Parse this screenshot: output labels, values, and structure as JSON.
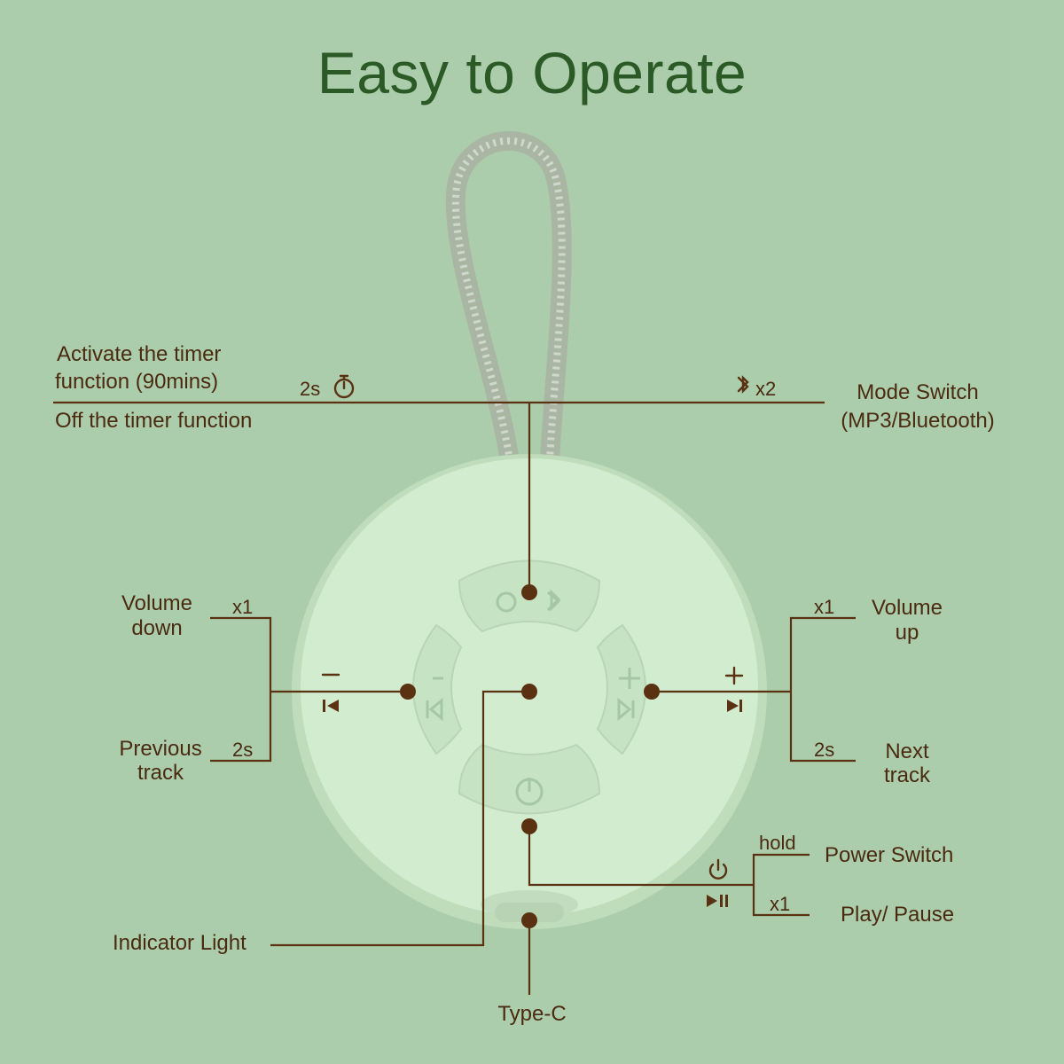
{
  "title": "Easy to Operate",
  "colors": {
    "background": "#accdac",
    "title": "#2b5a26",
    "label": "#4a2a10",
    "line": "#5a3212",
    "device": "#d2ecd0"
  },
  "labels": {
    "timer_on_1": "Activate the timer",
    "timer_on_2": "function (90mins)",
    "timer_off": "Off the timer function",
    "timer_press": "2s",
    "mode_press": "x2",
    "mode_switch_1": "Mode Switch",
    "mode_switch_2": "(MP3/Bluetooth)",
    "volume_down_1": "Volume",
    "volume_down_2": "down",
    "volume_down_press": "x1",
    "previous_1": "Previous",
    "previous_2": "track",
    "previous_press": "2s",
    "volume_up_1": "Volume",
    "volume_up_2": "up",
    "volume_up_press": "x1",
    "next_1": "Next",
    "next_2": "track",
    "next_press": "2s",
    "power_hold": "hold",
    "power_switch": "Power Switch",
    "play_press": "x1",
    "play_pause": "Play/ Pause",
    "indicator_light": "Indicator Light",
    "type_c": "Type-C"
  },
  "icons": [
    "timer-icon",
    "bluetooth-icon",
    "minus-icon",
    "previous-icon",
    "plus-icon",
    "next-icon",
    "power-icon",
    "play-pause-icon"
  ]
}
